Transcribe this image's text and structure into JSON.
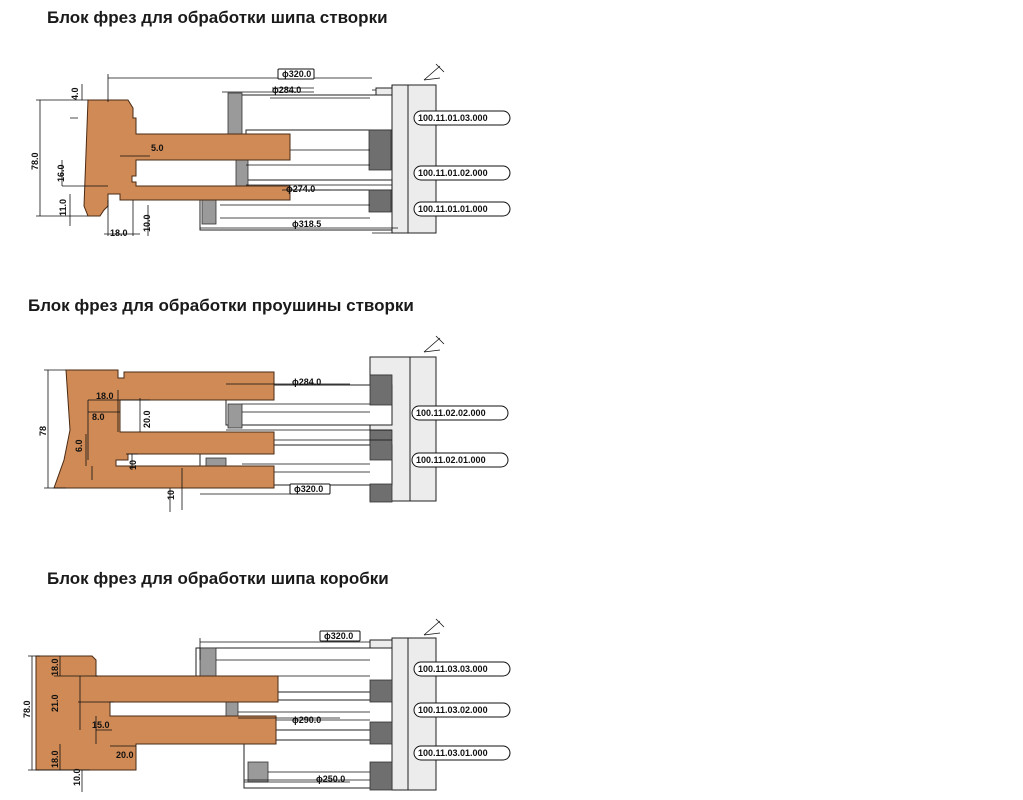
{
  "sections": [
    {
      "title": "Блок фрез для обработки шипа створки",
      "dimensions": {
        "d_outer": "ϕ320.0",
        "d_1": "ϕ284.0",
        "d_2": "ϕ274.0",
        "d_3": "ϕ318.5",
        "top": "4.0",
        "height": "78.0",
        "tenon": "16.0",
        "bottom": "11.0",
        "step": "5.0",
        "width": "18.0",
        "base": "10.0"
      },
      "part_numbers": [
        "100.11.01.03.000",
        "100.11.01.02.000",
        "100.11.01.01.000"
      ]
    },
    {
      "title": "Блок фрез для обработки проушины створки",
      "dimensions": {
        "d_1": "ϕ284.0",
        "d_2": "ϕ320.0",
        "height": "78",
        "width": "18.0",
        "slot": "20.0",
        "step": "8.0",
        "lip": "6.0",
        "gap": "10",
        "base": "10"
      },
      "part_numbers": [
        "100.11.02.02.000",
        "100.11.02.01.000"
      ]
    },
    {
      "title": "Блок фрез для обработки шипа коробки",
      "dimensions": {
        "d_outer": "ϕ320.0",
        "d_1": "ϕ290.0",
        "d_2": "ϕ250.0",
        "height": "78.0",
        "top": "18.0",
        "mid": "21.0",
        "bottom": "18.0",
        "step": "15.0",
        "width": "20.0",
        "base": "10.0"
      },
      "part_numbers": [
        "100.11.03.03.000",
        "100.11.03.02.000",
        "100.11.03.01.000"
      ]
    }
  ]
}
